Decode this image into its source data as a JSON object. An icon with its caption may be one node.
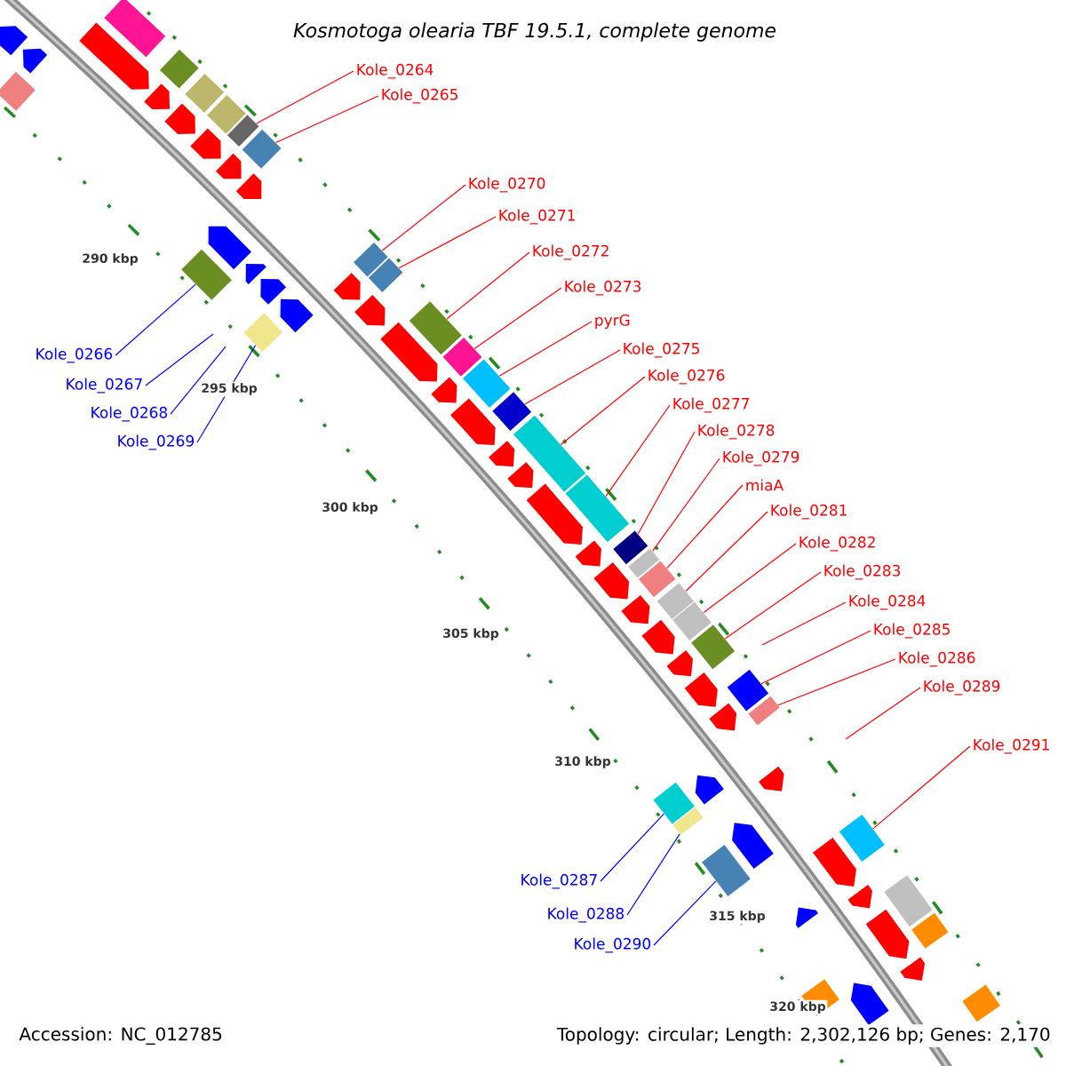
{
  "diagram": {
    "title": "Kosmotoga olearia TBF 19.5.1, complete genome",
    "nodes": [
      {
        "text": [
          "Kole_0264"
        ]
      },
      {
        "text": [
          "Kole_0265"
        ]
      },
      {
        "text": [
          "Kole_0266"
        ]
      },
      {
        "text": [
          "Kole_0267"
        ]
      },
      {
        "text": [
          "Kole_0268"
        ]
      },
      {
        "text": [
          "Kole_0269"
        ]
      },
      {
        "text": [
          "Kole_0270"
        ]
      },
      {
        "text": [
          "Kole_0271"
        ]
      },
      {
        "text": [
          "Kole_0272"
        ]
      },
      {
        "text": [
          "Kole_0273"
        ]
      },
      {
        "text": [
          "pyrG"
        ]
      },
      {
        "text": [
          "Kole_0275"
        ]
      },
      {
        "text": [
          "Kole_0276"
        ]
      },
      {
        "text": [
          "Kole_0277"
        ]
      },
      {
        "text": [
          "Kole_0278"
        ]
      },
      {
        "text": [
          "Kole_0279"
        ]
      },
      {
        "text": [
          "miaA"
        ]
      },
      {
        "text": [
          "Kole_0281"
        ]
      },
      {
        "text": [
          "Kole_0282"
        ]
      },
      {
        "text": [
          "Kole_0283"
        ]
      },
      {
        "text": [
          "Kole_0284"
        ]
      },
      {
        "text": [
          "Kole_0285"
        ]
      },
      {
        "text": [
          "Kole_0286"
        ]
      },
      {
        "text": [
          "Kole_0287"
        ]
      },
      {
        "text": [
          "Kole_0288"
        ]
      },
      {
        "text": [
          "Kole_0289"
        ]
      },
      {
        "text": [
          "Kole_0290"
        ]
      },
      {
        "text": [
          "Kole_0291"
        ]
      },
      {
        "text": [],
        "shape": "diamond"
      },
      {
        "text": [],
        "shape": "box"
      },
      {
        "text": [],
        "shape": "diamond"
      },
      {
        "text": [],
        "shape": "diamond"
      },
      {
        "text": [],
        "shape": "diamond"
      },
      {
        "text": [],
        "shape": "box"
      },
      {
        "text": [],
        "shape": "diamond"
      },
      {
        "text": [],
        "shape": "box"
      },
      {
        "text": [],
        "shape": "diamond"
      },
      {
        "text": [],
        "shape": "box"
      },
      {
        "text": [],
        "shape": "box"
      },
      {
        "text": [],
        "shape": "box"
      },
      {
        "text": [],
        "shape": "diamond"
      },
      {
        "text": [],
        "shape": "box"
      },
      {
        "text": [],
        "shape": "diamond"
      },
      {
        "text": [],
        "shape": "box"
      },
      {
        "text": [],
        "shape": "box"
      },
      {
        "text": [],
        "shape": "box"
      },
      {
        "text": [],
        "shape": "box"
      },
      {
        "text": [],
        "shape": "box"
      },
      {
        "text": [],
        "shape": "box"
      },
      {
        "text": [],
        "shape": "diamond"
      },
      {
        "text": [],
        "shape": "box"
      },
      {
        "text": [],
        "shape": "box"
      },
      {
        "text": [],
        "shape": "box"
      },
      {
        "text": [],
        "shape": "box"
      },
      {
        "text": [],
        "shape": "box"
      },
      {
        "text": [],
        "shape": "box"
      },
      {
        "text": [],
        "shape": "box"
      },
      {
        "text": [],
        "shape": "box"
      },
      {
        "text": [],
        "shape": "box"
      },
      {
        "text": [],
        "shape": "box"
      },
      {
        "text": [],
        "shape": "box"
      },
      {
        "text": [],
        "shape": "pentagon"
      },
      {
        "text": [],
        "shape": "pentagon"
      },
      {
        "text": [],
        "shape": "pentagon"
      },
      {
        "text": [],
        "shape": "pentagon"
      },
      {
        "text": [],
        "shape": "pentagon"
      },
      {
        "text": [],
        "shape": "pentagon"
      },
      {
        "text": [],
        "shape": "pentagon"
      },
      {
        "text": [],
        "shape": "pentagon"
      },
      {
        "text": [],
        "shape": "pentagon"
      },
      {
        "text": [],
        "shape": "pentagon"
      },
      {
        "text": [],
        "shape": "pentagon"
      },
      {
        "text": [],
        "shape": "pentagon"
      },
      {
        "text": [],
        "shape": "pentagon"
      },
      {
        "text": [],
        "shape": "pentagon"
      },
      {
        "text": [],
        "shape": "pentagon"
      },
      {
        "text": [],
        "shape": "pentagon"
      },
      {
        "text": [],
        "shape": "pentagon"
      },
      {
        "text": [],
        "shape": "pentagon"
      },
      {
        "text": [],
        "shape": "pentagon"
      },
      {
        "text": [],
        "shape": "pentagon"
      },
      {
        "text": [],
        "shape": "pentagon"
      },
      {
        "text": [],
        "shape": "pentagon"
      },
      {
        "text": [],
        "shape": "pentagon"
      },
      {
        "text": [],
        "shape": "pentagon"
      },
      {
        "text": [],
        "shape": "pentagon"
      },
      {
        "text": [],
        "shape": "pentagon"
      },
      {
        "text": [],
        "shape": "pentagon"
      },
      {
        "text": [],
        "shape": "pentagon"
      },
      {
        "text": [],
        "shape": "pentagon"
      },
      {
        "text": [],
        "shape": "pentagon"
      },
      {
        "text": [],
        "shape": "pentagon"
      },
      {
        "text": [],
        "shape": "pentagon"
      },
      {
        "text": [],
        "shape": "pentagon"
      },
      {
        "text": [],
        "shape": "pentagon"
      },
      {
        "text": [],
        "shape": "pentagon"
      },
      {
        "text": [],
        "shape": "pentagon"
      }
    ],
    "edges": [
      {
        "from": 0,
        "to": 33,
        "arrow": "none"
      },
      {
        "from": 1,
        "to": 34,
        "arrow": "none"
      },
      {
        "from": 2,
        "to": 35,
        "arrow": "none",
        "color": "#0000ff"
      },
      {
        "from": 3,
        "to": null,
        "arrow": "none",
        "color": "#0000ff"
      },
      {
        "from": 4,
        "to": null,
        "arrow": "none",
        "color": "#0000ff"
      },
      {
        "from": 5,
        "to": 36,
        "arrow": "none",
        "color": "#0000ff"
      },
      {
        "from": 6,
        "to": 37,
        "arrow": "none"
      },
      {
        "from": 7,
        "to": 38,
        "arrow": "none"
      },
      {
        "from": 8,
        "to": 39,
        "arrow": "none"
      },
      {
        "from": 9,
        "to": 40,
        "arrow": "none"
      },
      {
        "from": 10,
        "to": 41,
        "arrow": "none"
      },
      {
        "from": 11,
        "to": 42,
        "arrow": "none"
      },
      {
        "from": 12,
        "to": 43,
        "arrow": "none"
      },
      {
        "from": 13,
        "to": 44,
        "arrow": "none"
      },
      {
        "from": 14,
        "to": 45,
        "arrow": "none"
      },
      {
        "from": 15,
        "to": 46,
        "arrow": "none"
      },
      {
        "from": 16,
        "to": 47,
        "arrow": "none"
      },
      {
        "from": 17,
        "to": 48,
        "arrow": "none"
      },
      {
        "from": 18,
        "to": 49,
        "arrow": "none"
      },
      {
        "from": 19,
        "to": 50,
        "arrow": "none"
      },
      {
        "from": 20,
        "to": null,
        "arrow": "none"
      },
      {
        "from": 21,
        "to": 51,
        "arrow": "none"
      },
      {
        "from": 22,
        "to": 52,
        "arrow": "none"
      },
      {
        "from": 23,
        "to": 53,
        "arrow": "none",
        "color": "#0000ff"
      },
      {
        "from": 24,
        "to": 54,
        "arrow": "none",
        "color": "#0000ff"
      },
      {
        "from": 25,
        "to": null,
        "arrow": "none"
      },
      {
        "from": 26,
        "to": 55,
        "arrow": "none",
        "color": "#0000ff"
      },
      {
        "from": 27,
        "to": 56,
        "arrow": "none"
      }
    ],
    "labels": [
      "290 kbp",
      "295 kbp",
      "300 kbp",
      "305 kbp",
      "310 kbp",
      "315 kbp",
      "320 kbp",
      "Accession: NC_012785",
      "Topology: circular; Length: 2,302,126 bp; Genes: 2,170"
    ]
  }
}
